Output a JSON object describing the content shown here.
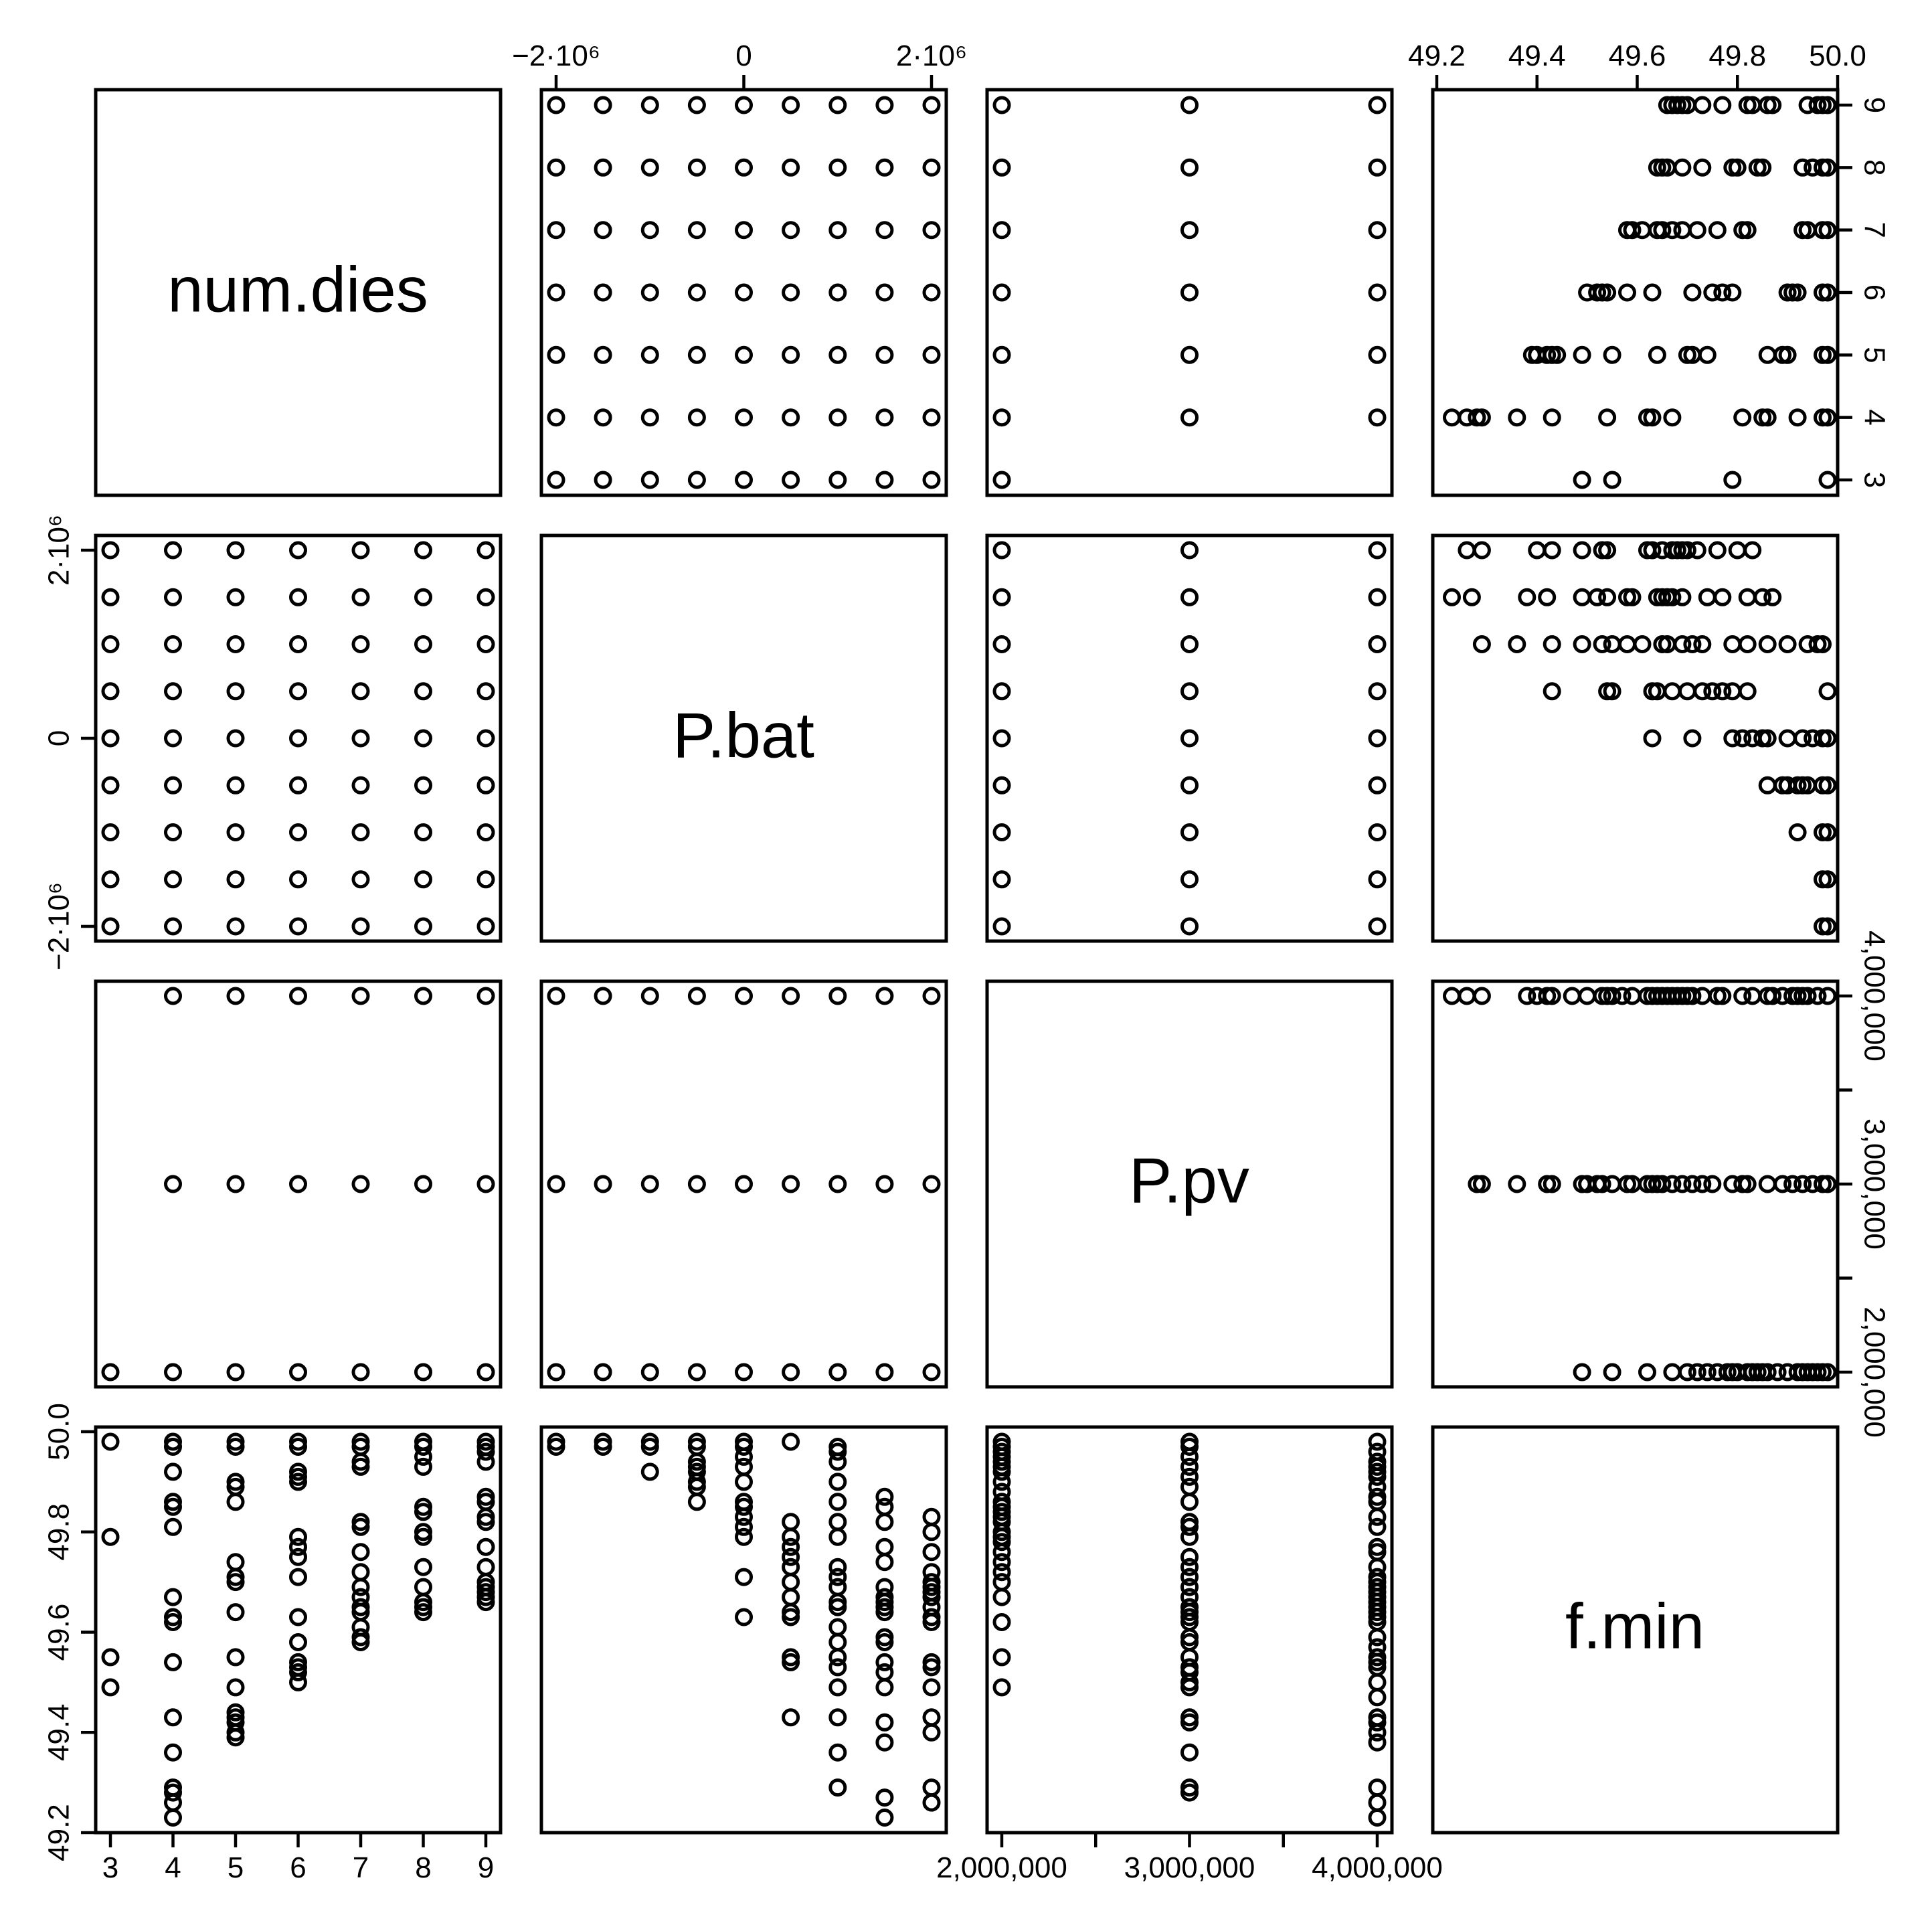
{
  "chart_data": {
    "type": "scatter",
    "subtype": "scatterplot-matrix",
    "variables": [
      "num.dies",
      "P.bat",
      "P.pv",
      "f.min"
    ],
    "diagonal_labels": [
      "num.dies",
      "P.bat",
      "P.pv",
      "f.min"
    ],
    "ranges": {
      "num.dies": [
        3,
        9
      ],
      "P.bat": [
        -2000000,
        2000000
      ],
      "P.pv": [
        2000000,
        4000000
      ],
      "f.min": [
        49.2,
        50.0
      ]
    },
    "axis_ticks": {
      "num.dies": {
        "side": "bottom-left-panel,right-top-panel",
        "ticks": [
          3,
          4,
          5,
          6,
          7,
          8,
          9
        ],
        "labels": [
          "3",
          "4",
          "5",
          "6",
          "7",
          "8",
          "9"
        ]
      },
      "P.bat_top": {
        "ticks": [
          -2000000,
          0,
          2000000
        ],
        "labels": [
          "−2·10⁶",
          "0",
          "2·10⁶"
        ]
      },
      "P.bat_left": {
        "ticks": [
          -2000000,
          0,
          2000000
        ],
        "labels": [
          "−2·10⁶",
          "0",
          "2·10⁶"
        ]
      },
      "P.pv_bottom": {
        "ticks": [
          2000000,
          2500000,
          3000000,
          3500000,
          4000000
        ],
        "labels": [
          "2,000,000",
          "",
          "3,000,000",
          "",
          "4,000,000"
        ]
      },
      "P.pv_right": {
        "ticks": [
          2000000,
          2500000,
          3000000,
          3500000,
          4000000
        ],
        "labels": [
          "2,000,000",
          "",
          "3,000,000",
          "",
          "4,000,000"
        ]
      },
      "f.min_top": {
        "ticks": [
          49.2,
          49.4,
          49.6,
          49.8,
          50.0
        ],
        "labels": [
          "49.2",
          "49.4",
          "49.6",
          "49.8",
          "50.0"
        ]
      },
      "f.min_left": {
        "ticks": [
          49.2,
          49.4,
          49.6,
          49.8,
          50.0
        ],
        "labels": [
          "49.2",
          "49.4",
          "49.6",
          "49.8",
          "50.0"
        ]
      }
    },
    "num_dies_values": [
      3,
      4,
      5,
      6,
      7,
      8,
      9
    ],
    "P_bat_values": [
      -2000000,
      -1500000,
      -1000000,
      -500000,
      0,
      500000,
      1000000,
      1500000,
      2000000
    ],
    "P_pv_values_by_num_dies": {
      "3": [
        2000000
      ],
      "4": [
        2000000,
        3000000,
        4000000
      ],
      "5": [
        2000000,
        3000000,
        4000000
      ],
      "6": [
        2000000,
        3000000,
        4000000
      ],
      "7": [
        2000000,
        3000000,
        4000000
      ],
      "8": [
        2000000,
        3000000,
        4000000
      ],
      "9": [
        2000000,
        3000000,
        4000000
      ]
    },
    "f_min_by_num_dies": {
      "3": [
        49.98,
        49.79,
        49.55,
        49.49
      ],
      "4": [
        49.98,
        49.97,
        49.92,
        49.86,
        49.85,
        49.81,
        49.67,
        49.63,
        49.62,
        49.54,
        49.43,
        49.36,
        49.29,
        49.28,
        49.26,
        49.23
      ],
      "5": [
        49.98,
        49.97,
        49.9,
        49.89,
        49.86,
        49.74,
        49.71,
        49.7,
        49.64,
        49.55,
        49.49,
        49.44,
        49.43,
        49.42,
        49.4,
        49.39
      ],
      "6": [
        49.98,
        49.97,
        49.92,
        49.91,
        49.9,
        49.79,
        49.77,
        49.75,
        49.71,
        49.63,
        49.58,
        49.54,
        49.53,
        49.52,
        49.5
      ],
      "7": [
        49.98,
        49.97,
        49.94,
        49.93,
        49.82,
        49.81,
        49.76,
        49.72,
        49.69,
        49.67,
        49.65,
        49.64,
        49.61,
        49.59,
        49.58
      ],
      "8": [
        49.98,
        49.97,
        49.95,
        49.93,
        49.85,
        49.84,
        49.8,
        49.79,
        49.73,
        49.69,
        49.66,
        49.65,
        49.64
      ],
      "9": [
        49.98,
        49.97,
        49.96,
        49.94,
        49.87,
        49.86,
        49.83,
        49.82,
        49.77,
        49.73,
        49.7,
        49.69,
        49.68,
        49.67,
        49.66
      ]
    },
    "f_min_by_P_bat": {
      "-2000000": [
        49.98,
        49.97
      ],
      "-1500000": [
        49.98,
        49.97
      ],
      "-1000000": [
        49.98,
        49.97,
        49.92
      ],
      "-500000": [
        49.98,
        49.97,
        49.94,
        49.93,
        49.92,
        49.9,
        49.89,
        49.86
      ],
      "0": [
        49.98,
        49.97,
        49.95,
        49.93,
        49.9,
        49.86,
        49.85,
        49.83,
        49.81,
        49.79,
        49.71,
        49.63
      ],
      "500000": [
        49.98,
        49.82,
        49.79,
        49.77,
        49.75,
        49.73,
        49.7,
        49.67,
        49.64,
        49.63,
        49.55,
        49.54,
        49.43
      ],
      "1000000": [
        49.97,
        49.96,
        49.94,
        49.9,
        49.86,
        49.82,
        49.79,
        49.73,
        49.71,
        49.69,
        49.66,
        49.65,
        49.61,
        49.58,
        49.55,
        49.53,
        49.49,
        49.43,
        49.36,
        49.29
      ],
      "1500000": [
        49.87,
        49.85,
        49.82,
        49.77,
        49.74,
        49.69,
        49.67,
        49.66,
        49.65,
        49.64,
        49.59,
        49.58,
        49.54,
        49.52,
        49.49,
        49.42,
        49.38,
        49.27,
        49.23
      ],
      "2000000": [
        49.83,
        49.8,
        49.76,
        49.72,
        49.7,
        49.69,
        49.68,
        49.67,
        49.65,
        49.63,
        49.62,
        49.54,
        49.53,
        49.49,
        49.43,
        49.4,
        49.29,
        49.26
      ]
    },
    "f_min_by_P_pv": {
      "2000000": [
        49.98,
        49.97,
        49.96,
        49.95,
        49.94,
        49.93,
        49.92,
        49.9,
        49.88,
        49.86,
        49.85,
        49.84,
        49.83,
        49.82,
        49.8,
        49.79,
        49.78,
        49.76,
        49.74,
        49.72,
        49.7,
        49.67,
        49.62,
        49.55,
        49.49
      ],
      "3000000": [
        49.98,
        49.97,
        49.95,
        49.93,
        49.91,
        49.89,
        49.86,
        49.82,
        49.81,
        49.79,
        49.75,
        49.73,
        49.71,
        49.69,
        49.67,
        49.65,
        49.64,
        49.63,
        49.62,
        49.59,
        49.58,
        49.55,
        49.53,
        49.52,
        49.5,
        49.49,
        49.43,
        49.42,
        49.36,
        49.29,
        49.28
      ],
      "4000000": [
        49.98,
        49.96,
        49.94,
        49.93,
        49.92,
        49.91,
        49.89,
        49.87,
        49.86,
        49.83,
        49.81,
        49.77,
        49.76,
        49.73,
        49.71,
        49.7,
        49.69,
        49.68,
        49.67,
        49.66,
        49.65,
        49.64,
        49.63,
        49.62,
        49.59,
        49.57,
        49.55,
        49.54,
        49.53,
        49.5,
        49.47,
        49.43,
        49.42,
        49.4,
        49.38,
        49.29,
        49.26,
        49.23
      ]
    }
  }
}
